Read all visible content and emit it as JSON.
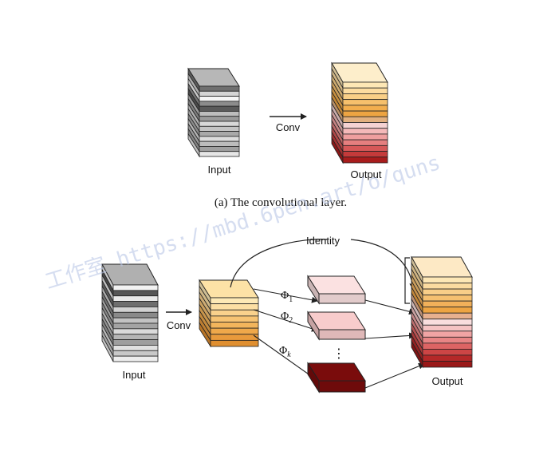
{
  "figure_a": {
    "input_label": "Input",
    "conv_label": "Conv",
    "output_label": "Output",
    "caption": "(a)  The convolutional layer.",
    "input_slices": [
      "#6f6f6f",
      "#d4d4d4",
      "#f5f5f5",
      "#8c8c8c",
      "#5a5a5a",
      "#bdbdbd",
      "#9a9a9a",
      "#d8d8d8",
      "#c4c4c4",
      "#a9a9a9",
      "#dcdcdc",
      "#bcbcbc",
      "#a0a0a0",
      "#e6e6e6"
    ],
    "input_top_color": "#b7b7b7",
    "output_slices": [
      "#fde7b5",
      "#fcdca0",
      "#f9cf87",
      "#f6c06c",
      "#f2ae4e",
      "#eda442",
      "#e2b07f",
      "#f5d2d2",
      "#f4b9b9",
      "#ef9f9f",
      "#e57f7f",
      "#d65858",
      "#c43a3a",
      "#a81c1c"
    ],
    "output_top_color": "#fdeecb"
  },
  "figure_b": {
    "input_label": "Input",
    "conv_label": "Conv",
    "identity_label": "Identity",
    "output_label": "Output",
    "phi_labels": [
      {
        "base": "Φ",
        "sub": "1"
      },
      {
        "base": "Φ",
        "sub": "2"
      },
      {
        "base": "Φ",
        "sub": "k"
      }
    ],
    "ellipsis": "⋮",
    "input_slices": [
      "#f2f2f2",
      "#555555",
      "#e8e8e8",
      "#6e6e6e",
      "#d2d2d2",
      "#8a8a8a",
      "#c2c2c2",
      "#a3a3a3",
      "#dadada",
      "#b5b5b5",
      "#9e9e9e",
      "#e0e0e0",
      "#c8c8c8",
      "#ededed"
    ],
    "input_top_color": "#b0b0b0",
    "mid_slices": [
      "#fde9b6",
      "#fcdfa4",
      "#fad18c",
      "#f7c373",
      "#f3b55c",
      "#efa84a",
      "#e89a3c",
      "#e08f30"
    ],
    "mid_top_color": "#fde2a6",
    "phi_colors": [
      "#fbe1e1",
      "#f8cccc",
      "#7a0c0c"
    ],
    "output_slices": [
      "#fde7b5",
      "#fbdba0",
      "#f8ce88",
      "#f5c070",
      "#f1b05a",
      "#eda443",
      "#e7b08f",
      "#f9dede",
      "#f5c3c3",
      "#f0a4a4",
      "#e88585",
      "#dd6464",
      "#cd4545",
      "#b52828",
      "#9a1818"
    ],
    "output_top_color": "#fde9c5"
  },
  "watermark": "工作室 https://mbd.6pen.art/o/quns"
}
